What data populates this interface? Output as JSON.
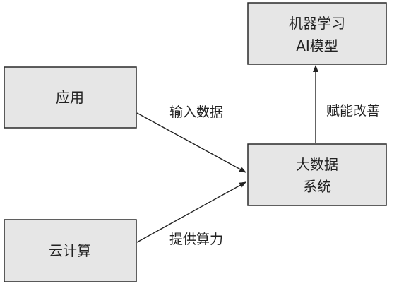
{
  "nodes": {
    "application": {
      "label": "应用"
    },
    "cloud": {
      "label": "云计算"
    },
    "bigdata": {
      "line1": "大数据",
      "line2": "系统"
    },
    "ml": {
      "line1": "机器学习",
      "line2": "AI模型"
    }
  },
  "edges": {
    "input_data": {
      "label": "输入数据"
    },
    "provide_compute": {
      "label": "提供算力"
    },
    "empower": {
      "label": "赋能改善"
    }
  }
}
